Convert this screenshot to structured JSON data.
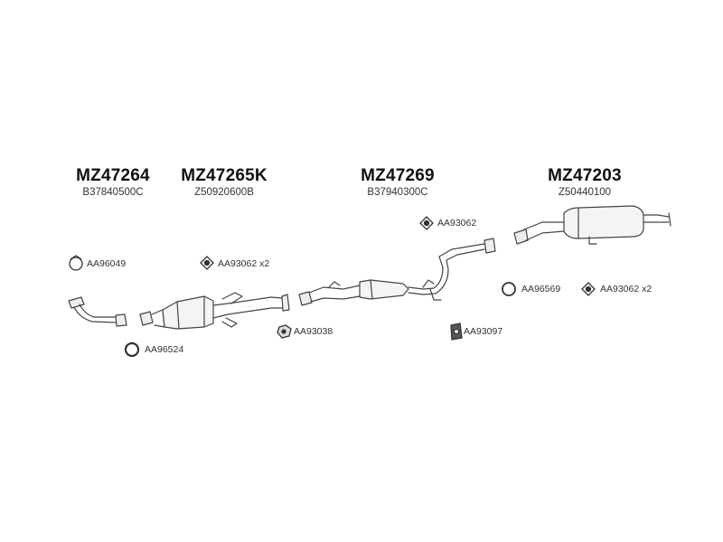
{
  "parts": [
    {
      "number": "MZ47264",
      "oem": "B37840500C"
    },
    {
      "number": "MZ47265K",
      "oem": "Z50920600B"
    },
    {
      "number": "MZ47269",
      "oem": "B37940300C"
    },
    {
      "number": "MZ47203",
      "oem": "Z50440100"
    }
  ],
  "accessories": [
    {
      "code": "AA96049",
      "icon": "ring-gasket-icon"
    },
    {
      "code": "AA93062 x2",
      "icon": "diamond-gasket-icon"
    },
    {
      "code": "AA96524",
      "icon": "ring-gasket-icon"
    },
    {
      "code": "AA93038",
      "icon": "hanger-icon"
    },
    {
      "code": "AA93062",
      "icon": "diamond-gasket-icon"
    },
    {
      "code": "AA93097",
      "icon": "rubber-mount-icon"
    },
    {
      "code": "AA96569",
      "icon": "ring-gasket-icon"
    },
    {
      "code": "AA93062 x2",
      "icon": "diamond-gasket-icon"
    }
  ]
}
